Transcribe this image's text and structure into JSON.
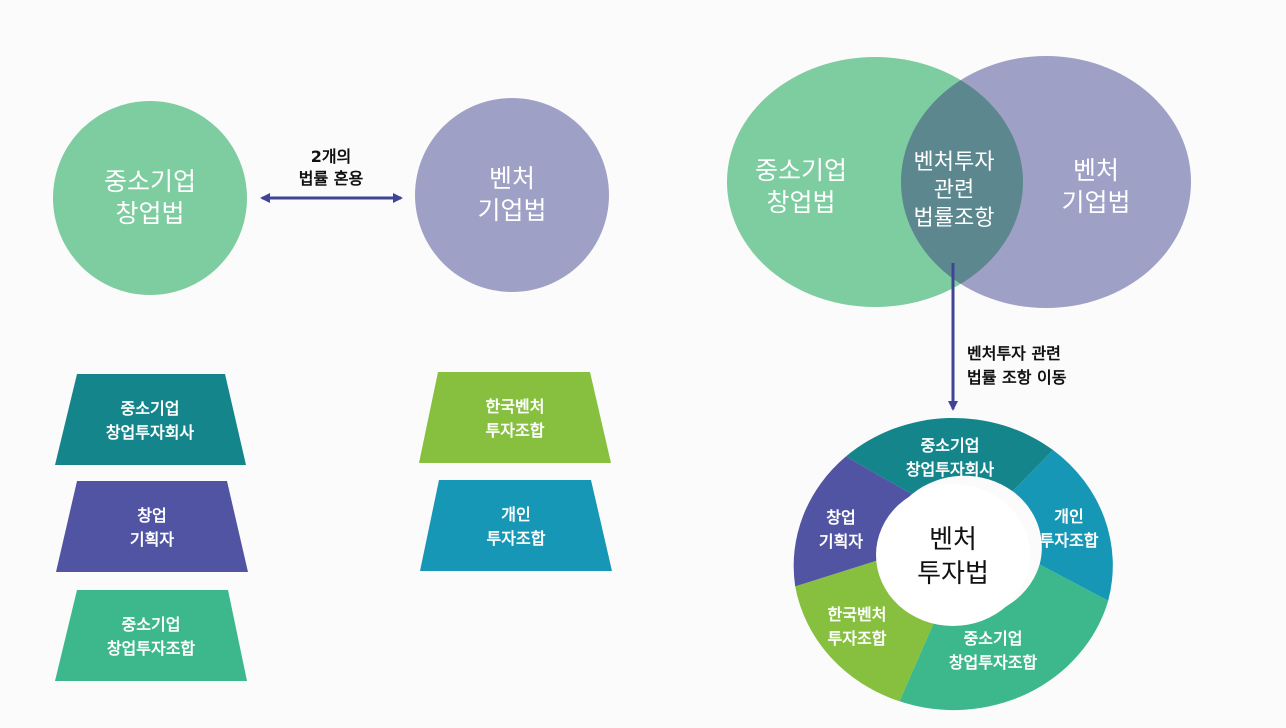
{
  "left": {
    "circle_sme": {
      "line1": "중소기업",
      "line2": "창업법",
      "color": "#7dcda1"
    },
    "circle_venture": {
      "line1": "벤처",
      "line2": "기업법",
      "color": "#9fa0c5"
    },
    "arrow_label": {
      "line1": "2개의",
      "line2": "법률 혼용"
    },
    "shapes": [
      {
        "line1": "중소기업",
        "line2": "창업투자회사",
        "color": "#14858b"
      },
      {
        "line1": "창업",
        "line2": "기획자",
        "color": "#5154a3"
      },
      {
        "line1": "중소기업",
        "line2": "창업투자조합",
        "color": "#3db78c"
      },
      {
        "line1": "한국벤처",
        "line2": "투자조합",
        "color": "#86c03e"
      },
      {
        "line1": "개인",
        "line2": "투자조합",
        "color": "#1697b5"
      }
    ]
  },
  "venn": {
    "left_label": {
      "line1": "중소기업",
      "line2": "창업법"
    },
    "right_label": {
      "line1": "벤처",
      "line2": "기업법"
    },
    "overlap_label": {
      "line1": "벤처투자",
      "line2": "관련",
      "line3": "법률조항"
    },
    "colors": {
      "left": "#7dcda1",
      "right": "#9fa0c5",
      "overlap": "#5c878f"
    }
  },
  "move_label": {
    "line1": "벤처투자 관련",
    "line2": "법률 조항 이동"
  },
  "donut": {
    "center": {
      "line1": "벤처",
      "line2": "투자법"
    },
    "segments": [
      {
        "line1": "중소기업",
        "line2": "창업투자회사",
        "color": "#14858b"
      },
      {
        "line1": "개인",
        "line2": "투자조합",
        "color": "#1697b5"
      },
      {
        "line1": "중소기업",
        "line2": "창업투자조합",
        "color": "#3db78c"
      },
      {
        "line1": "한국벤처",
        "line2": "투자조합",
        "color": "#86c03e"
      },
      {
        "line1": "창업",
        "line2": "기획자",
        "color": "#5154a3"
      }
    ]
  },
  "arrow_color": "#3f4494"
}
